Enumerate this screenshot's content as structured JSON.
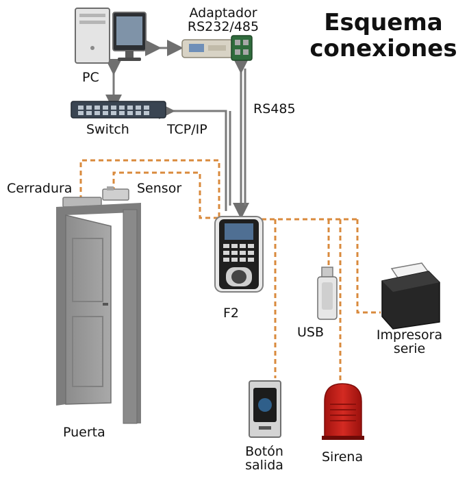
{
  "title": {
    "line1": "Esquema",
    "line2": "conexiones"
  },
  "devices": {
    "pc": "PC",
    "adapter_line1": "Adaptador",
    "adapter_line2": "RS232/485",
    "switch": "Switch",
    "lock": "Cerradura",
    "sensor": "Sensor",
    "terminal": "F2",
    "usb": "USB",
    "printer_line1": "Impresora",
    "printer_line2": "serie",
    "exit_button_line1": "Botón",
    "exit_button_line2": "salida",
    "siren": "Sirena",
    "door": "Puerta"
  },
  "links": {
    "tcpip": "TCP/IP",
    "rs485": "RS485"
  },
  "colors": {
    "wire_orange": "#d98a3c",
    "cable_grey": "#7a7a7a",
    "siren_red": "#c8221e",
    "door_grey": "#9a9a9a"
  }
}
